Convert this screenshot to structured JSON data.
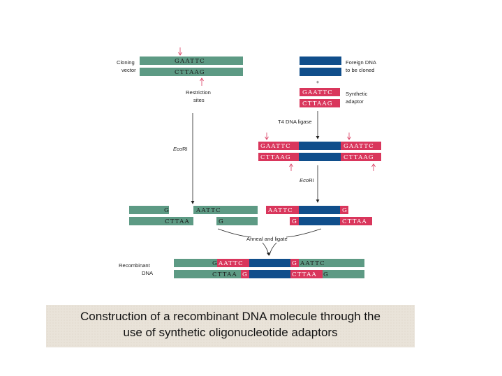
{
  "labels": {
    "cloning_vector": [
      "Cloning",
      "vector"
    ],
    "foreign_dna": [
      "Foreign DNA",
      "to be cloned"
    ],
    "plus": "+",
    "synthetic_adaptor": [
      "Synthetic",
      "adaptor"
    ],
    "restriction_sites": [
      "Restriction",
      "sites"
    ],
    "t4_ligase": "T4 DNA ligase",
    "ecori_italic": "Eco",
    "ecori_rest": "RI",
    "anneal": "Anneal and ligate",
    "recombinant": [
      "Recombinant",
      "DNA"
    ]
  },
  "sequences": {
    "vector_top": "GAATTC",
    "vector_bottom": "CTTAAG",
    "adaptor_top": "GAATTC",
    "adaptor_bottom": "CTTAAG",
    "ligated_left_top": "GAATTC",
    "ligated_left_bottom": "CTTAAG",
    "ligated_right_top": "GAATTC",
    "ligated_right_bottom": "CTTAAG",
    "cut_vector_left_top": "G",
    "cut_vector_right_top": "AATTC",
    "cut_vector_left_bottom": "CTTAA",
    "cut_vector_right_bottom": "G",
    "cut_insert_left_top": "AATTC",
    "cut_insert_right_top": "G",
    "cut_insert_left_bottom": "G",
    "cut_insert_right_bottom": "CTTAA",
    "rec_top_g1": "G",
    "rec_top_aattc1": "AATTC",
    "rec_top_g2": "G",
    "rec_top_aattc2": "AATTC",
    "rec_bot_cttaa1": "CTTAA",
    "rec_bot_g1": "G",
    "rec_bot_cttaa2": "CTTAA",
    "rec_bot_g2": "G"
  },
  "colors": {
    "vector": "#5d9a84",
    "foreign": "#104e8b",
    "adaptor": "#d9365c",
    "arrow_red": "#d9365c"
  },
  "caption": {
    "line1": "Construction of a recombinant DNA molecule through the",
    "line2": "use of synthetic oligonucleotide  adaptors"
  }
}
